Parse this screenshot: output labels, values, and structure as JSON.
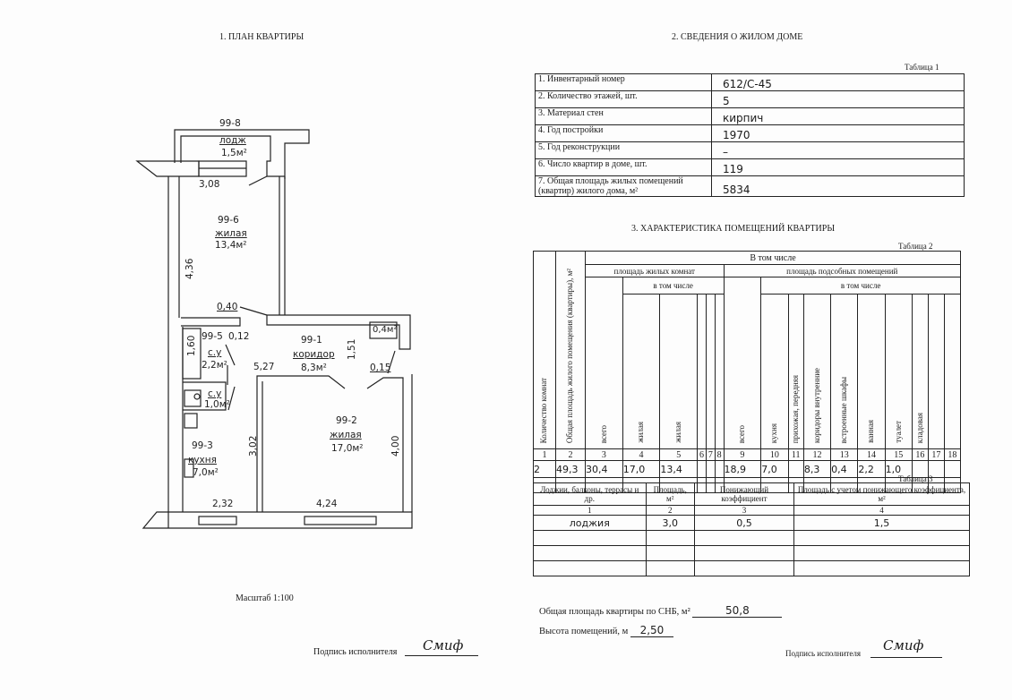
{
  "left": {
    "title": "1. ПЛАН КВАРТИРЫ",
    "scale": "Масштаб 1:100",
    "signature_label": "Подпись исполнителя",
    "signature": "Смиф",
    "plan": {
      "loggia": {
        "id": "99-8",
        "name": "лодж",
        "area": "1,5м²"
      },
      "room6": {
        "id": "99-6",
        "name": "жилая",
        "area": "13,4м²"
      },
      "corridor": {
        "id": "99-1",
        "name": "коридор",
        "area": "8,3м²"
      },
      "bath": {
        "id": "99-5",
        "name": "с.у",
        "area": "2,2м²"
      },
      "wc": {
        "name": "с.у",
        "area": "1,0м²"
      },
      "closet_area": "0,4м²",
      "room2": {
        "id": "99-2",
        "name": "жилая",
        "area": "17,0м²"
      },
      "kitchen": {
        "id": "99-3",
        "name": "кухня",
        "area": "7,0м²"
      },
      "dims": {
        "d308": "3,08",
        "d436": "4,36",
        "d040": "0,40",
        "d012": "0,12",
        "d160": "1,60",
        "d527": "5,27",
        "d151": "1,51",
        "d015": "0,15",
        "d302": "3,02",
        "d400": "4,00",
        "d232": "2,32",
        "d424": "4,24"
      }
    }
  },
  "right": {
    "title": "2. СВЕДЕНИЯ О ЖИЛОМ ДОМЕ",
    "table1": {
      "caption": "Таблица 1",
      "rows": [
        {
          "label": "1. Инвентарный номер",
          "value": "612/С-45"
        },
        {
          "label": "2. Количество этажей, шт.",
          "value": "5"
        },
        {
          "label": "3. Материал стен",
          "value": "кирпич"
        },
        {
          "label": "4. Год постройки",
          "value": "1970"
        },
        {
          "label": "5. Год реконструкции",
          "value": "–"
        },
        {
          "label": "6. Число квартир в доме, шт.",
          "value": "119"
        },
        {
          "label": "7. Общая площадь жилых помещений (квартир) жилого дома, м²",
          "value": "5834"
        }
      ]
    },
    "section3_title": "3. ХАРАКТЕРИСТИКА ПОМЕЩЕНИЙ КВАРТИРЫ",
    "table2": {
      "caption": "Таблица 2",
      "h_rooms": "Количество комнат",
      "h_total": "Общая площадь жилого помещения (квартиры), м²",
      "h_including": "В том числе",
      "h_living": "площадь жилых комнат",
      "h_aux": "площадь подсобных помещений",
      "h_sub": "в том числе",
      "h_cols": [
        "всего",
        "жилая",
        "жилая",
        "",
        "",
        "",
        "всего",
        "кухня",
        "прихожая, передняя",
        "коридоры внутренние",
        "встроенные шкафы",
        "ванная",
        "туалет",
        "кладовая",
        "",
        ""
      ],
      "numbers": [
        "1",
        "2",
        "3",
        "4",
        "5",
        "6",
        "7",
        "8",
        "9",
        "10",
        "11",
        "12",
        "13",
        "14",
        "15",
        "16",
        "17",
        "18"
      ],
      "values": [
        "2",
        "49,3",
        "30,4",
        "17,0",
        "13,4",
        "",
        "",
        "",
        "18,9",
        "7,0",
        "",
        "8,3",
        "0,4",
        "2,2",
        "1,0",
        "",
        "",
        ""
      ]
    },
    "table3": {
      "caption": "Таблица 3",
      "headers": [
        "Лоджии, балконы, террасы и др.",
        "Площадь, м²",
        "Понижающий коэффициент",
        "Площадь с учетом понижающего коэффициента, м²"
      ],
      "numbers": [
        "1",
        "2",
        "3",
        "4"
      ],
      "row": [
        "лоджия",
        "3,0",
        "0,5",
        "1,5"
      ]
    },
    "total_label": "Общая площадь квартиры по СНБ, м²",
    "total_value": "50,8",
    "height_label": "Высота помещений, м",
    "height_value": "2,50",
    "signature_label": "Подпись исполнителя",
    "signature": "Смиф"
  }
}
